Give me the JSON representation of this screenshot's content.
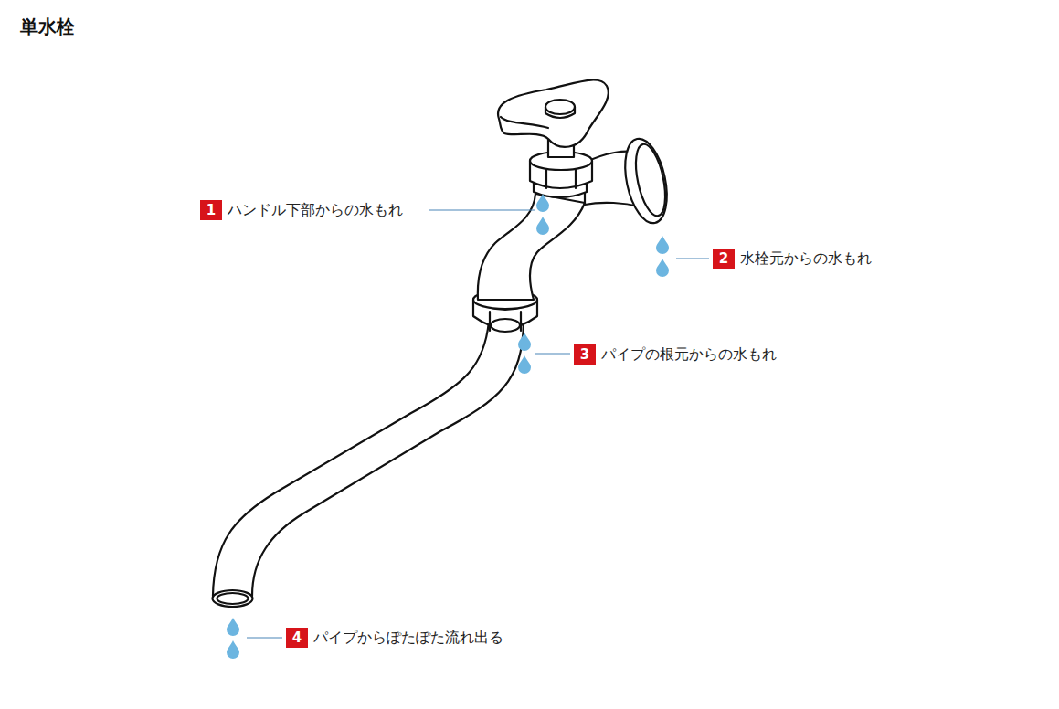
{
  "diagram": {
    "title": "単水栓",
    "nodes": [
      {
        "text": [
          "1"
        ]
      },
      {
        "text": [
          "2"
        ]
      },
      {
        "text": [
          "3"
        ]
      },
      {
        "text": [
          "4"
        ]
      }
    ],
    "labels": [
      "ハンドル下部からの水もれ",
      "水栓元からの水もれ",
      "パイプの根元からの水もれ",
      "パイプからぽたぽた流れ出る"
    ]
  }
}
